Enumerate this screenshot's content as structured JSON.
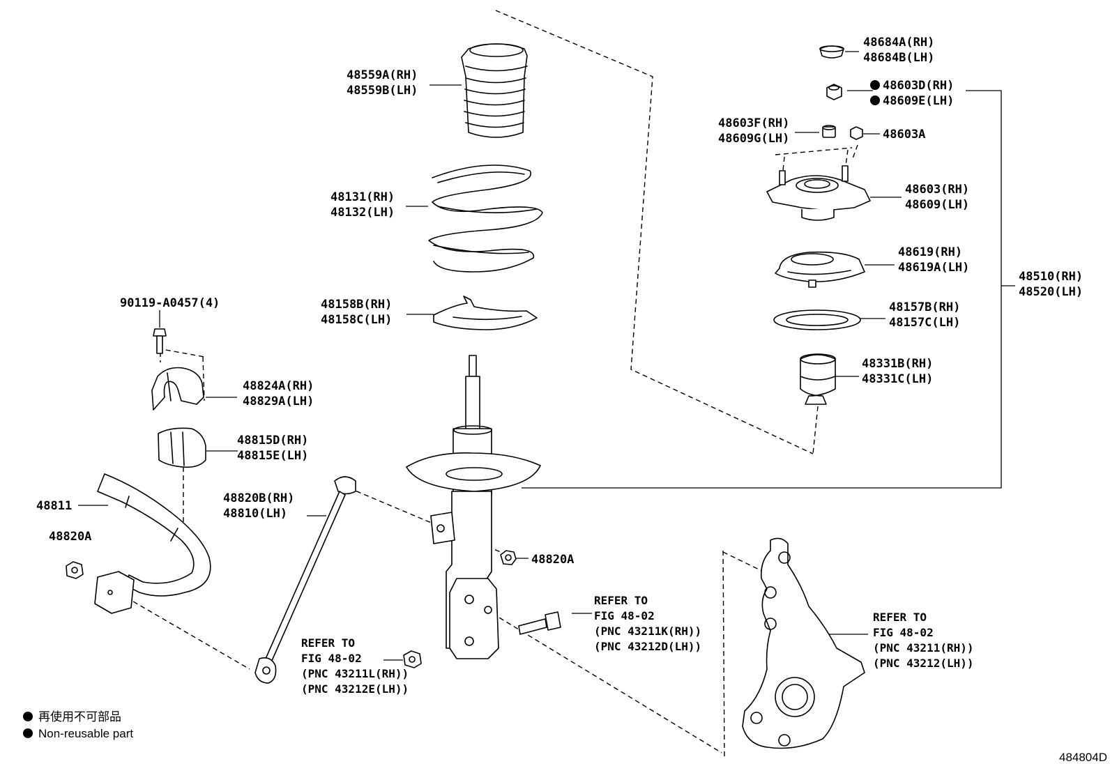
{
  "labels": {
    "p48684_rh": "48684A(RH)",
    "p48684_lh": "48684B(LH)",
    "p48603d_rh": "48603D(RH)",
    "p48609e_lh": "48609E(LH)",
    "p48603f_rh": "48603F(RH)",
    "p48609g_lh": "48609G(LH)",
    "p48603a": "48603A",
    "p48603_rh": "48603(RH)",
    "p48609_lh": "48609(LH)",
    "p48619_rh": "48619(RH)",
    "p48619a_lh": "48619A(LH)",
    "p48510_rh": "48510(RH)",
    "p48520_lh": "48520(LH)",
    "p48157b_rh": "48157B(RH)",
    "p48157c_lh": "48157C(LH)",
    "p48331b_rh": "48331B(RH)",
    "p48331c_lh": "48331C(LH)",
    "p48559a_rh": "48559A(RH)",
    "p48559b_lh": "48559B(LH)",
    "p48131_rh": "48131(RH)",
    "p48132_lh": "48132(LH)",
    "p48158b_rh": "48158B(RH)",
    "p48158c_lh": "48158C(LH)",
    "p90119": "90119-A0457(4)",
    "p48824a_rh": "48824A(RH)",
    "p48829a_lh": "48829A(LH)",
    "p48815d_rh": "48815D(RH)",
    "p48815e_lh": "48815E(LH)",
    "p48811": "48811",
    "p48820a_left": "48820A",
    "p48820b_rh": "48820B(RH)",
    "p48810_lh": "48810(LH)",
    "p48820a_mid": "48820A"
  },
  "references": {
    "bolt": [
      "REFER TO",
      "FIG 48-02",
      "(PNC 43211K(RH))",
      "(PNC 43212D(LH))"
    ],
    "nut": [
      "REFER TO",
      "FIG 48-02",
      "(PNC 43211L(RH))",
      "(PNC 43212E(LH))"
    ],
    "knuckle": [
      "REFER TO",
      "FIG 48-02",
      "(PNC 43211(RH))",
      "(PNC 43212(LH))"
    ]
  },
  "legend": {
    "jp": "再使用不可部品",
    "en": "Non-reusable part"
  },
  "figure_id": "484804D",
  "icons": [
    "non-reusable-dot-icon"
  ]
}
